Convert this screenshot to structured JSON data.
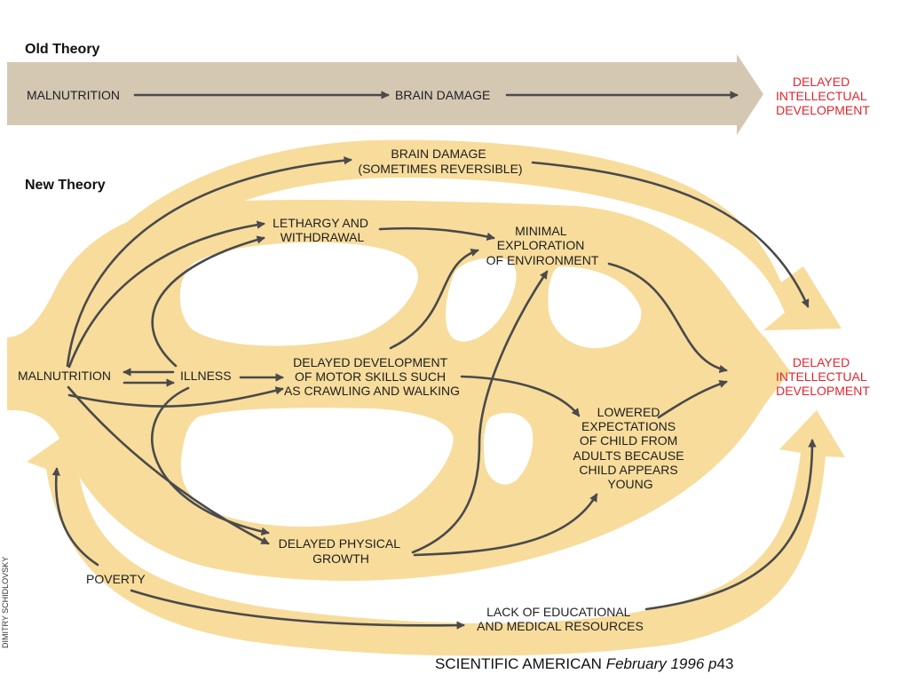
{
  "old_theory": {
    "heading": "Old Theory",
    "nodes": [
      "MALNUTRITION",
      "BRAIN DAMAGE"
    ],
    "outcome": [
      "DELAYED",
      "INTELLECTUAL",
      "DEVELOPMENT"
    ]
  },
  "new_theory": {
    "heading": "New Theory",
    "malnutrition": "MALNUTRITION",
    "illness": "ILLNESS",
    "brain_damage": [
      "BRAIN DAMAGE",
      "(SOMETIMES REVERSIBLE)"
    ],
    "lethargy": [
      "LETHARGY AND",
      "WITHDRAWAL"
    ],
    "exploration": [
      "MINIMAL",
      "EXPLORATION",
      "OF ENVIRONMENT"
    ],
    "motor": [
      "DELAYED DEVELOPMENT",
      "OF MOTOR SKILLS SUCH",
      "AS CRAWLING AND WALKING"
    ],
    "expectations": [
      "LOWERED",
      "EXPECTATIONS",
      "OF CHILD FROM",
      "ADULTS BECAUSE",
      "CHILD APPEARS",
      "YOUNG"
    ],
    "growth": [
      "DELAYED PHYSICAL",
      "GROWTH"
    ],
    "poverty": "POVERTY",
    "resources": [
      "LACK OF EDUCATIONAL",
      "AND MEDICAL RESOURCES"
    ],
    "outcome": [
      "DELAYED",
      "INTELLECTUAL",
      "DEVELOPMENT"
    ]
  },
  "credit": "DIMITRY SCHIDLOVSKY",
  "source": {
    "publication": "SCIENTIFIC AMERICAN",
    "issue": "February 1996",
    "page_prefix": "p",
    "page": "43"
  },
  "colors": {
    "old_band": "#d5c8b3",
    "new_band": "#f7dc9c",
    "arrow": "#4a4a4a",
    "outcome_text": "#e2262f"
  }
}
